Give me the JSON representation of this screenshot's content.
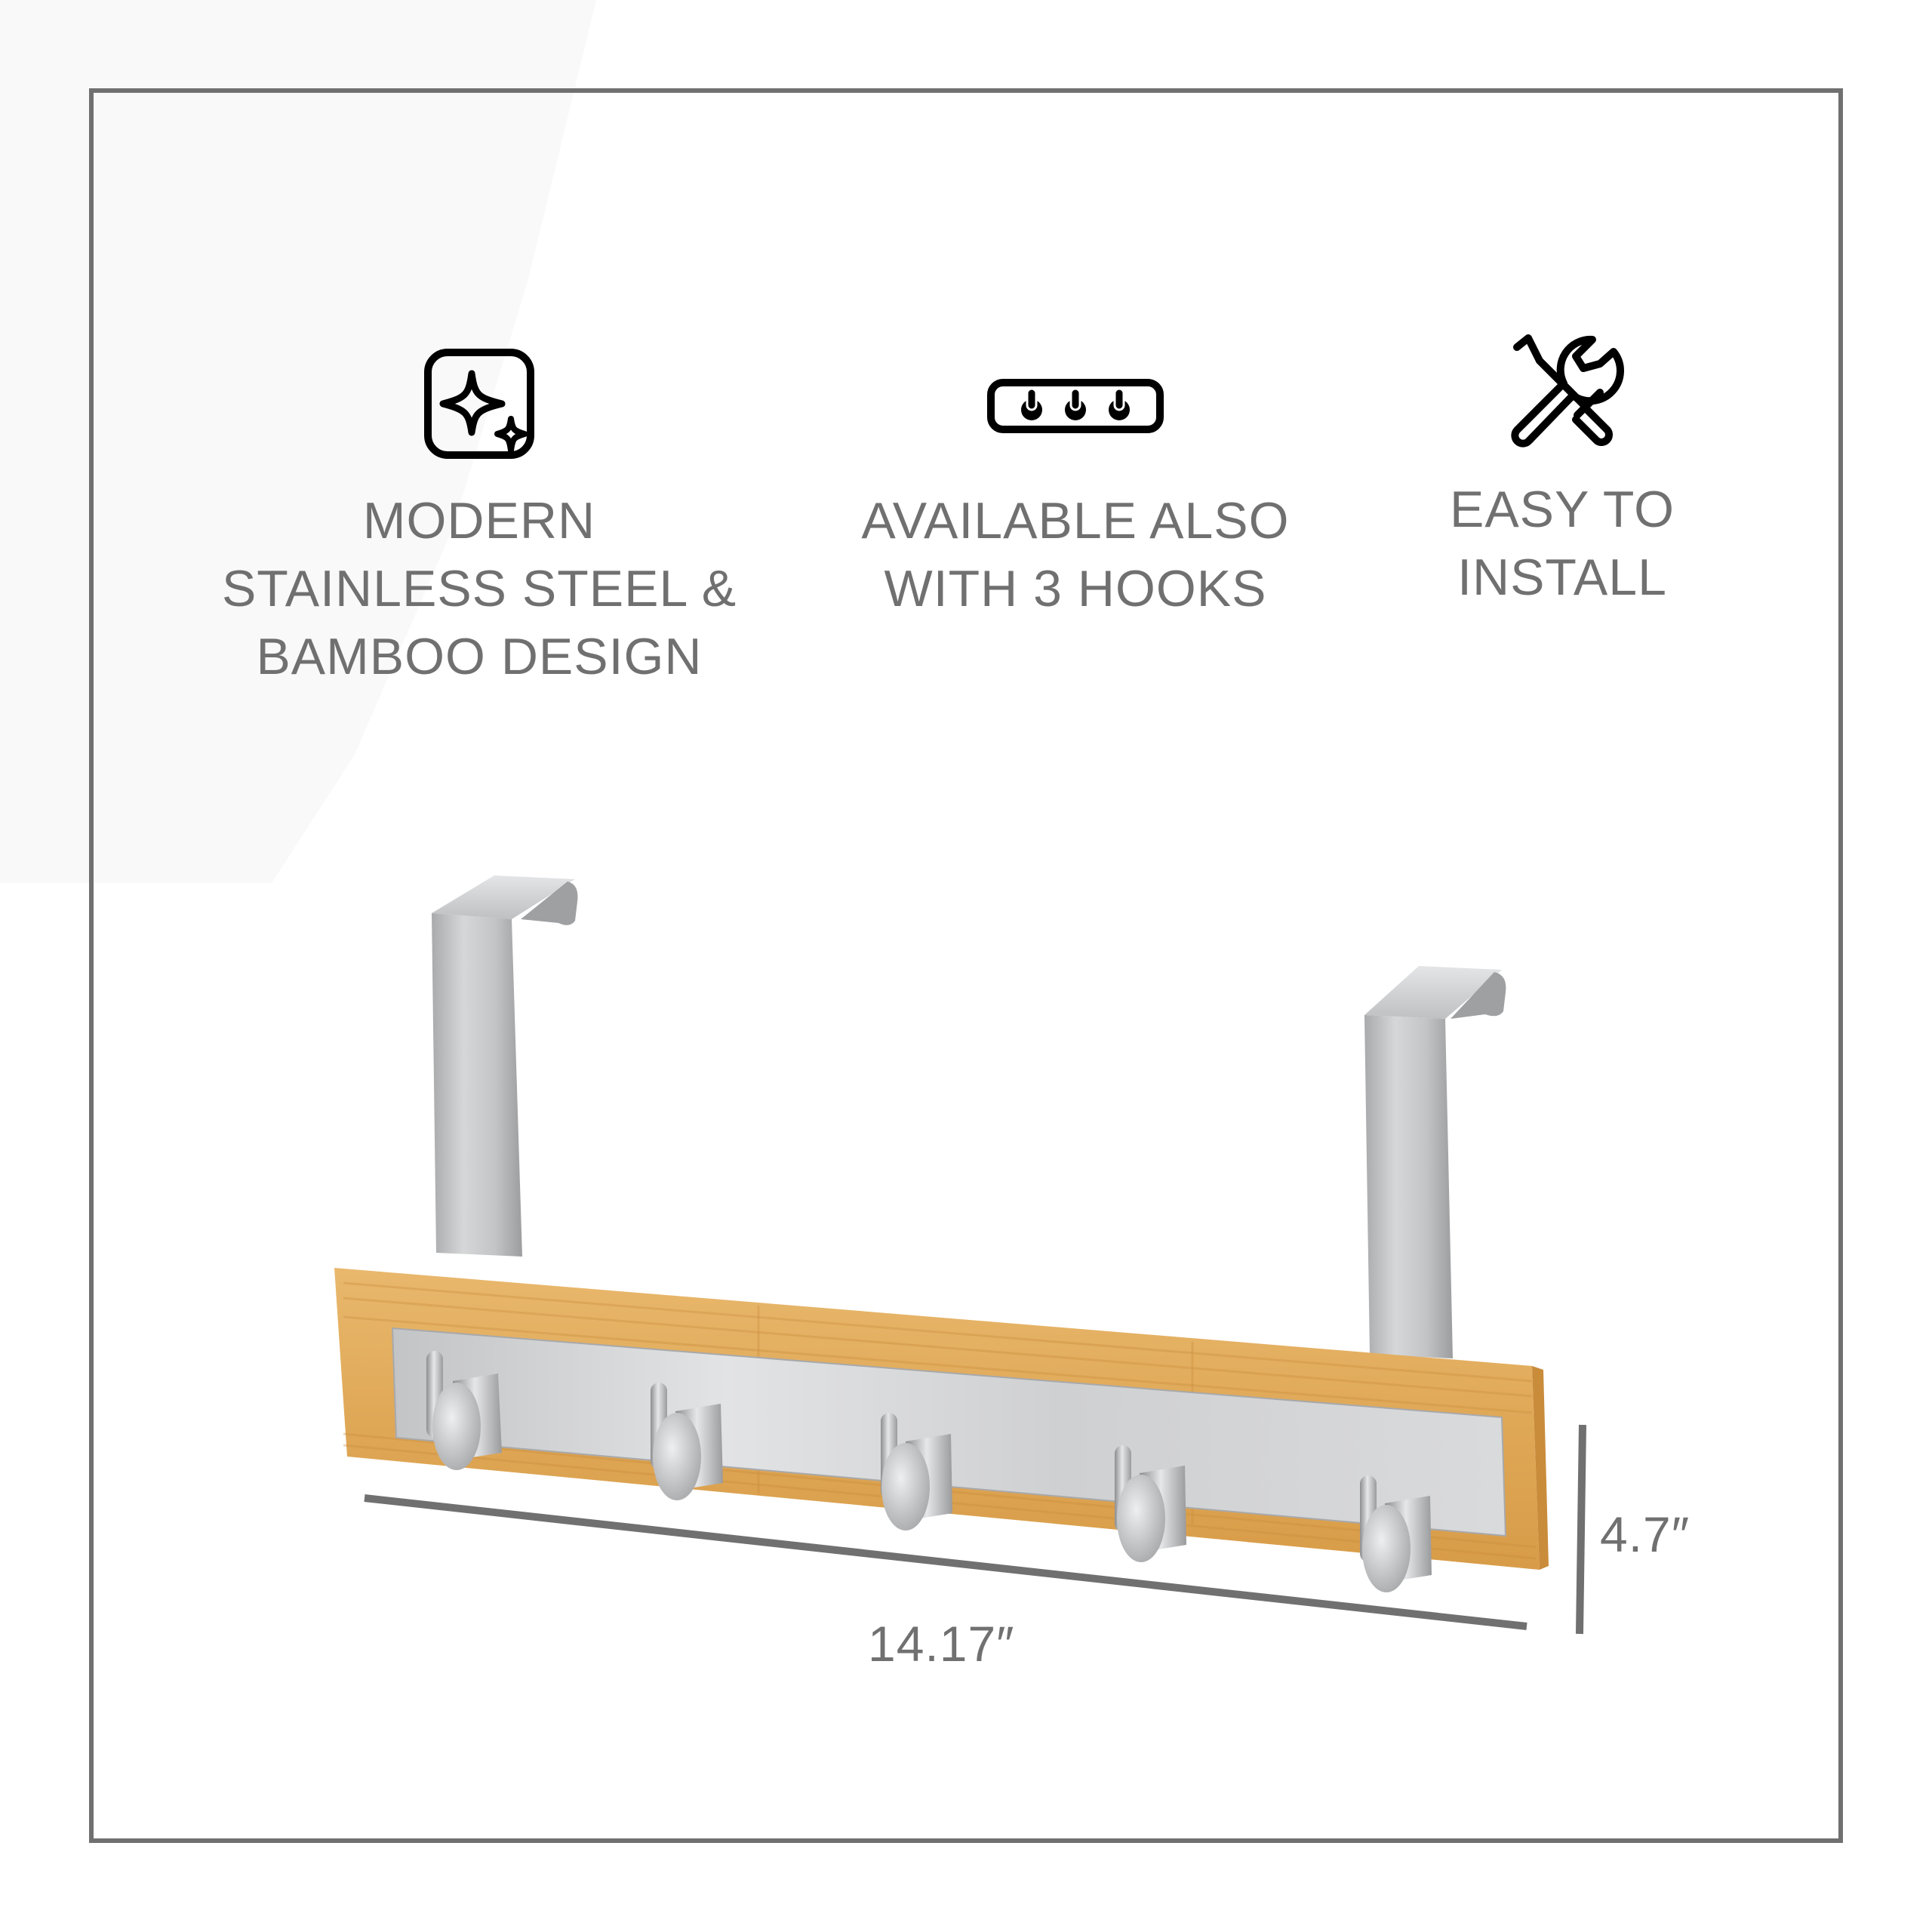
{
  "features": [
    {
      "icon": "sparkle-icon",
      "lines": [
        "MODERN",
        "STAINLESS STEEL &",
        "BAMBOO DESIGN"
      ]
    },
    {
      "icon": "hook-rack-icon",
      "lines": [
        "AVAILABLE ALSO",
        "WITH 3 HOOKS"
      ]
    },
    {
      "icon": "tools-icon",
      "lines": [
        "EASY TO",
        "INSTALL"
      ]
    }
  ],
  "product": {
    "name": "over-the-door hook rack",
    "hook_count": 5,
    "materials": [
      "stainless steel",
      "bamboo"
    ]
  },
  "dimensions": {
    "width": "14.17″",
    "height": "4.7″"
  },
  "colors": {
    "text": "#707070",
    "frame": "#707070",
    "bamboo": "#e3b064",
    "steel": "#c8c9cb",
    "background": "#ffffff",
    "wedge": "#f9f9f9"
  }
}
